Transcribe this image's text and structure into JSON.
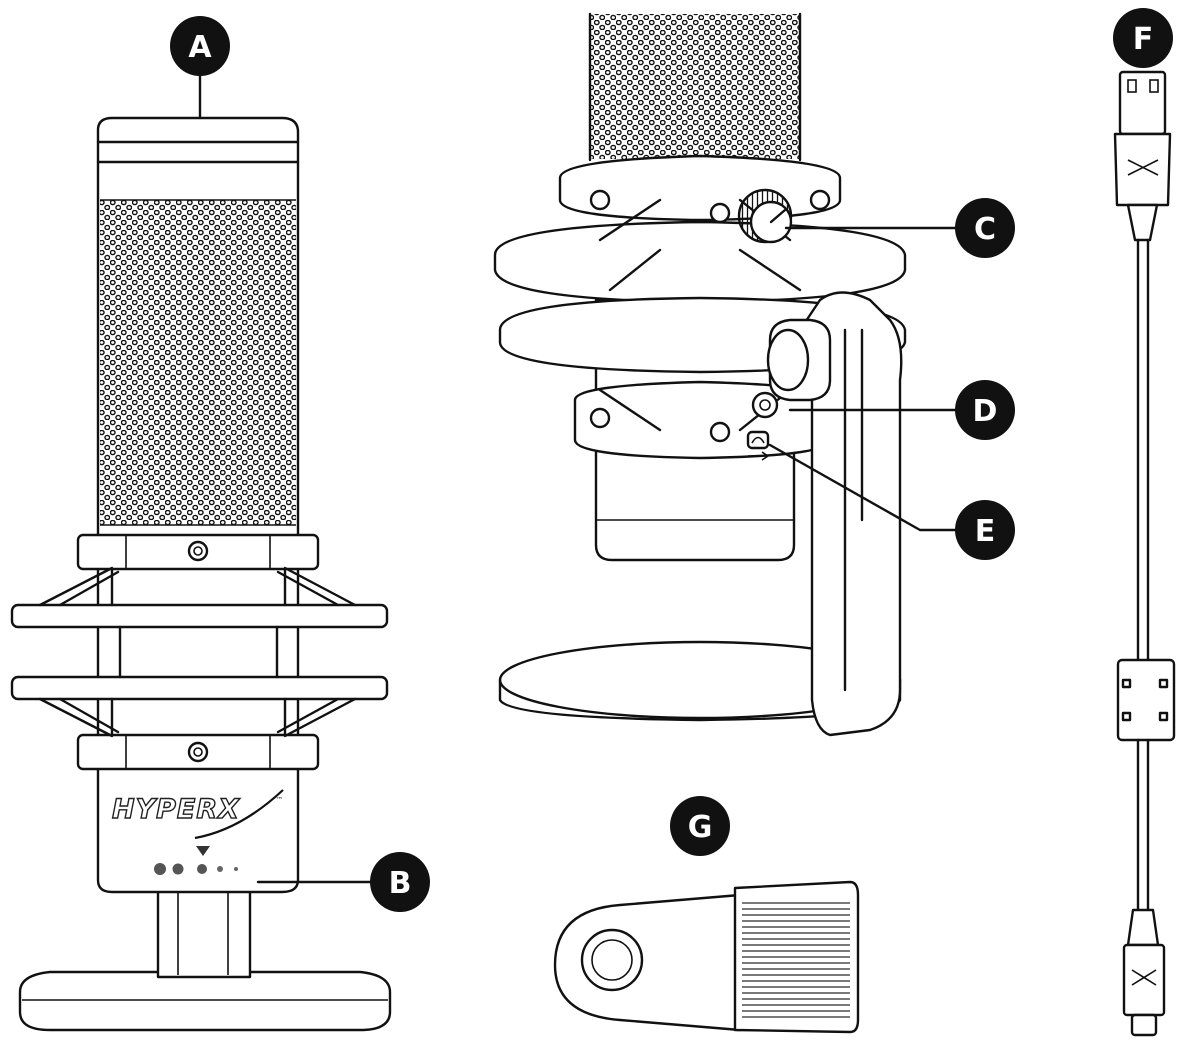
{
  "diagram": {
    "callouts": [
      {
        "id": "A",
        "label": "A"
      },
      {
        "id": "B",
        "label": "B"
      },
      {
        "id": "C",
        "label": "C"
      },
      {
        "id": "D",
        "label": "D"
      },
      {
        "id": "E",
        "label": "E"
      },
      {
        "id": "F",
        "label": "F"
      },
      {
        "id": "G",
        "label": "G"
      }
    ],
    "brand_logo": "HYPERX",
    "trademark": "™",
    "colors": {
      "line": "#111111",
      "background": "#ffffff",
      "badge_fill": "#111111",
      "badge_text": "#ffffff"
    }
  }
}
